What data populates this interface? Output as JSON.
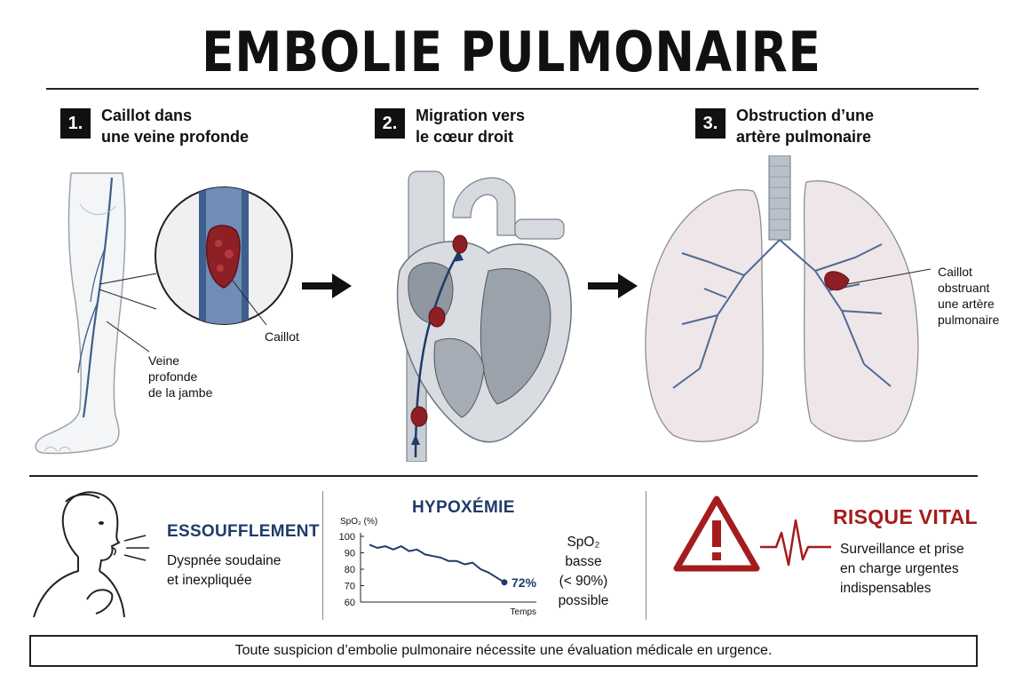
{
  "title": "EMBOLIE PULMONAIRE",
  "steps": [
    {
      "number": "1.",
      "line1": "Caillot dans",
      "line2": "une veine profonde"
    },
    {
      "number": "2.",
      "line1": "Migration vers",
      "line2": "le cœur droit"
    },
    {
      "number": "3.",
      "line1": "Obstruction d’une",
      "line2": "artère pulmonaire"
    }
  ],
  "labels": {
    "caillot": "Caillot",
    "veine_l1": "Veine",
    "veine_l2": "profonde",
    "veine_l3": "de la jambe",
    "poumon_l1": "Caillot",
    "poumon_l2": "obstruant",
    "poumon_l3": "une artère",
    "poumon_l4": "pulmonaire"
  },
  "essoufflement": {
    "heading": "ESSOUFFLEMENT",
    "line1": "Dyspnée soudaine",
    "line2": "et inexpliquée"
  },
  "hypoxemie": {
    "heading": "HYPOXÉMIE",
    "text_l1": "SpO₂ basse",
    "text_l2": "(< 90%)",
    "text_l3": "possible"
  },
  "risque": {
    "heading": "RISQUE VITAL",
    "line1": "Surveillance et prise",
    "line2": "en charge urgentes",
    "line3": "indispensables"
  },
  "footer": "Toute suspicion d’embolie pulmonaire nécessite une évaluation médicale en urgence.",
  "colors": {
    "clot": "#8e1f24",
    "vessel": "#3e5f8c",
    "heading_blue": "#1f3b68",
    "risk_red": "#a51c1c"
  },
  "chart_data": {
    "type": "line",
    "title": "",
    "ylabel": "SpO₂ (%)",
    "xlabel": "Temps",
    "ylim": [
      60,
      100
    ],
    "yticks": [
      100,
      90,
      80,
      70,
      60
    ],
    "x": [
      0,
      1,
      2,
      3,
      4,
      5,
      6,
      7,
      8,
      9,
      10,
      11,
      12,
      13,
      14,
      15,
      16,
      17
    ],
    "series": [
      {
        "values": [
          95,
          93,
          94,
          92,
          94,
          91,
          92,
          89,
          88,
          87,
          85,
          85,
          83,
          84,
          80,
          78,
          75,
          72
        ]
      }
    ],
    "end_label": "72%"
  }
}
